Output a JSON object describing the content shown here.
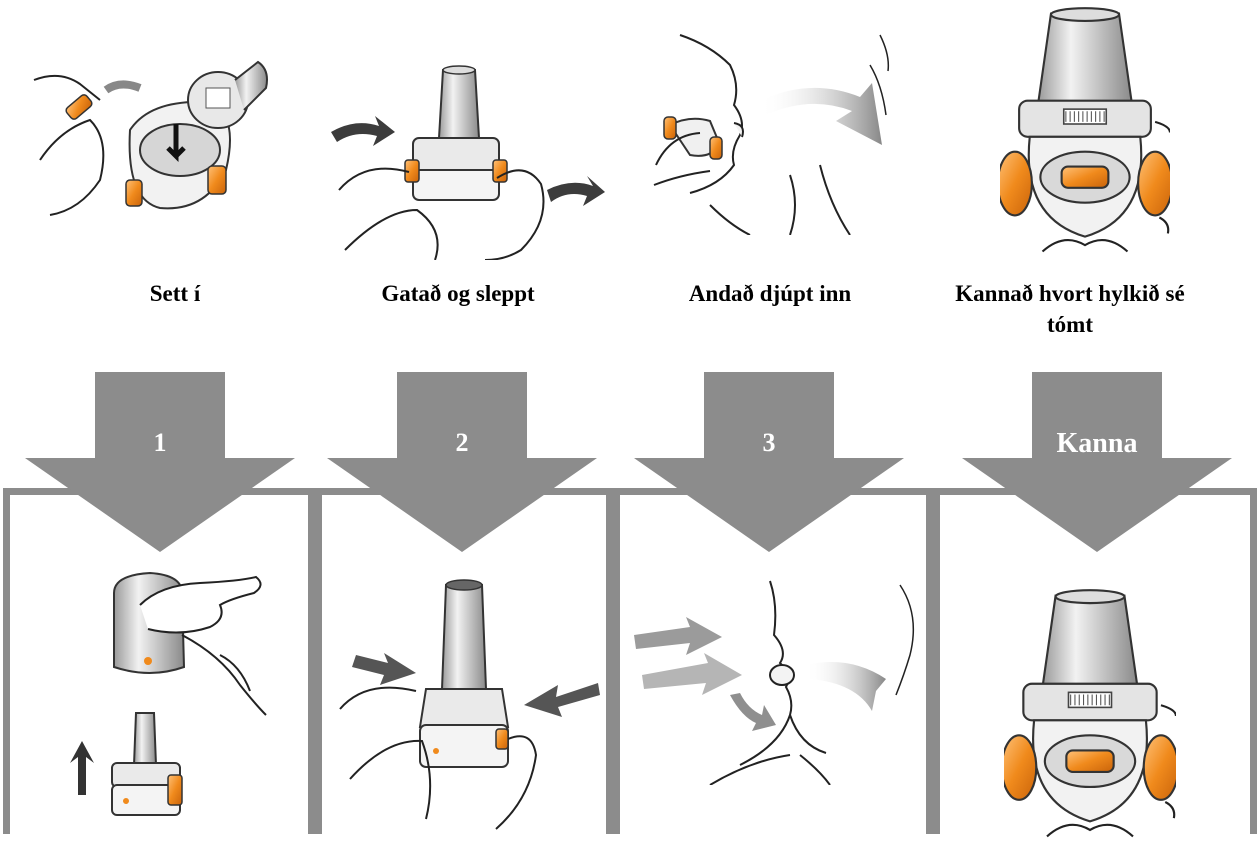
{
  "steps": [
    {
      "caption": "Sett í",
      "badge": "1",
      "top_illustration": "inhaler-capsule-insertion",
      "bottom_illustration": "inhaler-cap-removal"
    },
    {
      "caption": "Gatað og sleppt",
      "badge": "2",
      "top_illustration": "inhaler-twist-open",
      "bottom_illustration": "inhaler-pierce-buttons"
    },
    {
      "caption": "Andað djúpt inn",
      "badge": "3",
      "top_illustration": "inhale-deeply",
      "bottom_illustration": "exhale-away"
    },
    {
      "caption": "Kannað hvort hylkið sé tómt",
      "badge": "Kanna",
      "top_illustration": "inhaler-check-capsule",
      "bottom_illustration": "inhaler-check-capsule"
    }
  ],
  "colors": {
    "arrow": "#8c8c8c",
    "panel_border": "#8c8c8c",
    "accent_orange": "#f08a1c",
    "text": "#000000",
    "badge_text": "#ffffff"
  }
}
